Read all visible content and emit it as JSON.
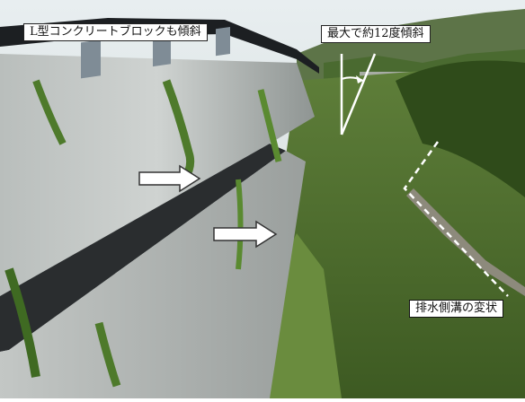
{
  "annotations": {
    "wall_label": "L型コンクリートブロックも傾斜",
    "tilt_label": "最大で約12度傾斜",
    "ditch_label": "排水側溝の変状"
  },
  "colors": {
    "sky": "#dfe5e8",
    "concrete_light": "#c9cdcb",
    "concrete_dark": "#8d9290",
    "pipe": "#1c1f22",
    "vegetation_dark": "#35561f",
    "vegetation_light": "#7fa24a",
    "arrow_fill": "#ffffff",
    "dashed_line": "#ffffff"
  },
  "icons": {
    "arrow_1": "right-arrow-icon",
    "arrow_2": "right-arrow-icon",
    "tilt_marker": "angle-indicator-icon"
  }
}
